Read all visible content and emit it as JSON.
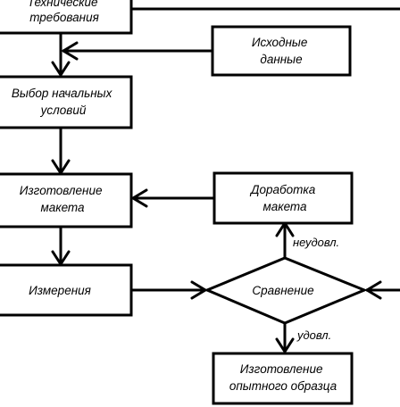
{
  "nodes": {
    "tech_requirements": [
      "Технические",
      "требования"
    ],
    "initial_data": [
      "Исходные",
      "данные"
    ],
    "initial_conditions": [
      "Выбор начальных",
      "условий"
    ],
    "make_model": [
      "Изготовление",
      "макета"
    ],
    "refine_model": [
      "Доработка",
      "макета"
    ],
    "measurement": [
      "Измерения"
    ],
    "comparison": [
      "Сравнение"
    ],
    "prototype": [
      "Изготовление",
      "опытного образца"
    ]
  },
  "edges": {
    "unsatisfactory": "неудовл.",
    "satisfactory": "удовл."
  }
}
